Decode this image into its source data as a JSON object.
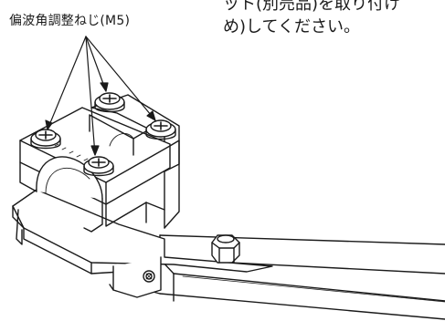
{
  "callout": {
    "label": "偏波角調整ねじ(M5)"
  },
  "instructions": {
    "line1": "ット(別売品)を取り付け",
    "line2": "め)してください。"
  },
  "illustration": {
    "subject": "antenna-mount-bracket-with-polarization-adjustment-screws",
    "line_color": "#1a1a1a",
    "fill_color": "#ffffff"
  }
}
